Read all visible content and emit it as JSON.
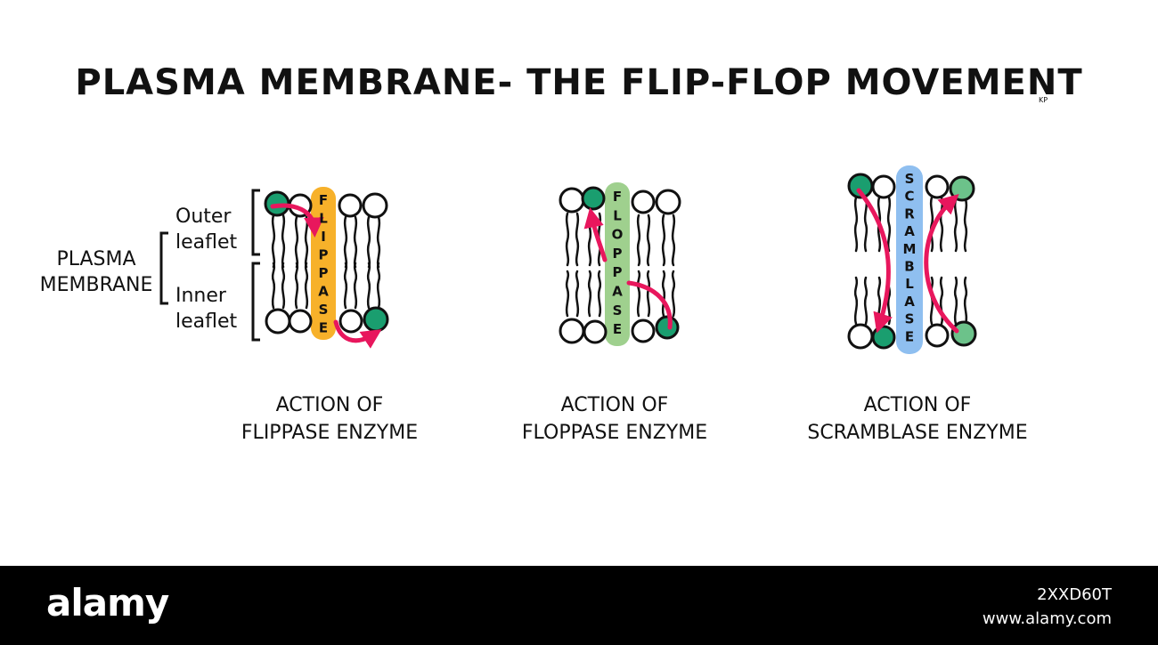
{
  "title": "PLASMA MEMBRANE- THE FLIP-FLOP MOVEMENT",
  "credit": "KP",
  "labels": {
    "plasma_membrane": [
      "PLASMA",
      "MEMBRANE"
    ],
    "outer_leaflet": [
      "Outer",
      "leaflet"
    ],
    "inner_leaflet": [
      "Inner",
      "leaflet"
    ]
  },
  "panels": [
    {
      "enzyme_letters": [
        "F",
        "L",
        "I",
        "P",
        "P",
        "A",
        "S",
        "E"
      ],
      "caption": [
        "ACTION OF",
        "FLIPPASE ENZYME"
      ],
      "color": "#f7b12a"
    },
    {
      "enzyme_letters": [
        "F",
        "L",
        "O",
        "P",
        "P",
        "A",
        "S",
        "E"
      ],
      "caption": [
        "ACTION OF",
        "FLOPPASE ENZYME"
      ],
      "color": "#9fd08e"
    },
    {
      "enzyme_letters": [
        "S",
        "C",
        "R",
        "A",
        "M",
        "B",
        "L",
        "A",
        "S",
        "E"
      ],
      "caption": [
        "ACTION OF",
        "SCRAMBLASE ENZYME"
      ],
      "color": "#8fbff0"
    }
  ],
  "colors": {
    "arrow": "#e8175d",
    "lipid_highlight": "#1a9e6f",
    "lipid_highlight_light": "#6cc28a",
    "outline": "#111111"
  },
  "footer": {
    "brand": "alamy",
    "image_id": "2XXD60T",
    "website": "www.alamy.com"
  }
}
